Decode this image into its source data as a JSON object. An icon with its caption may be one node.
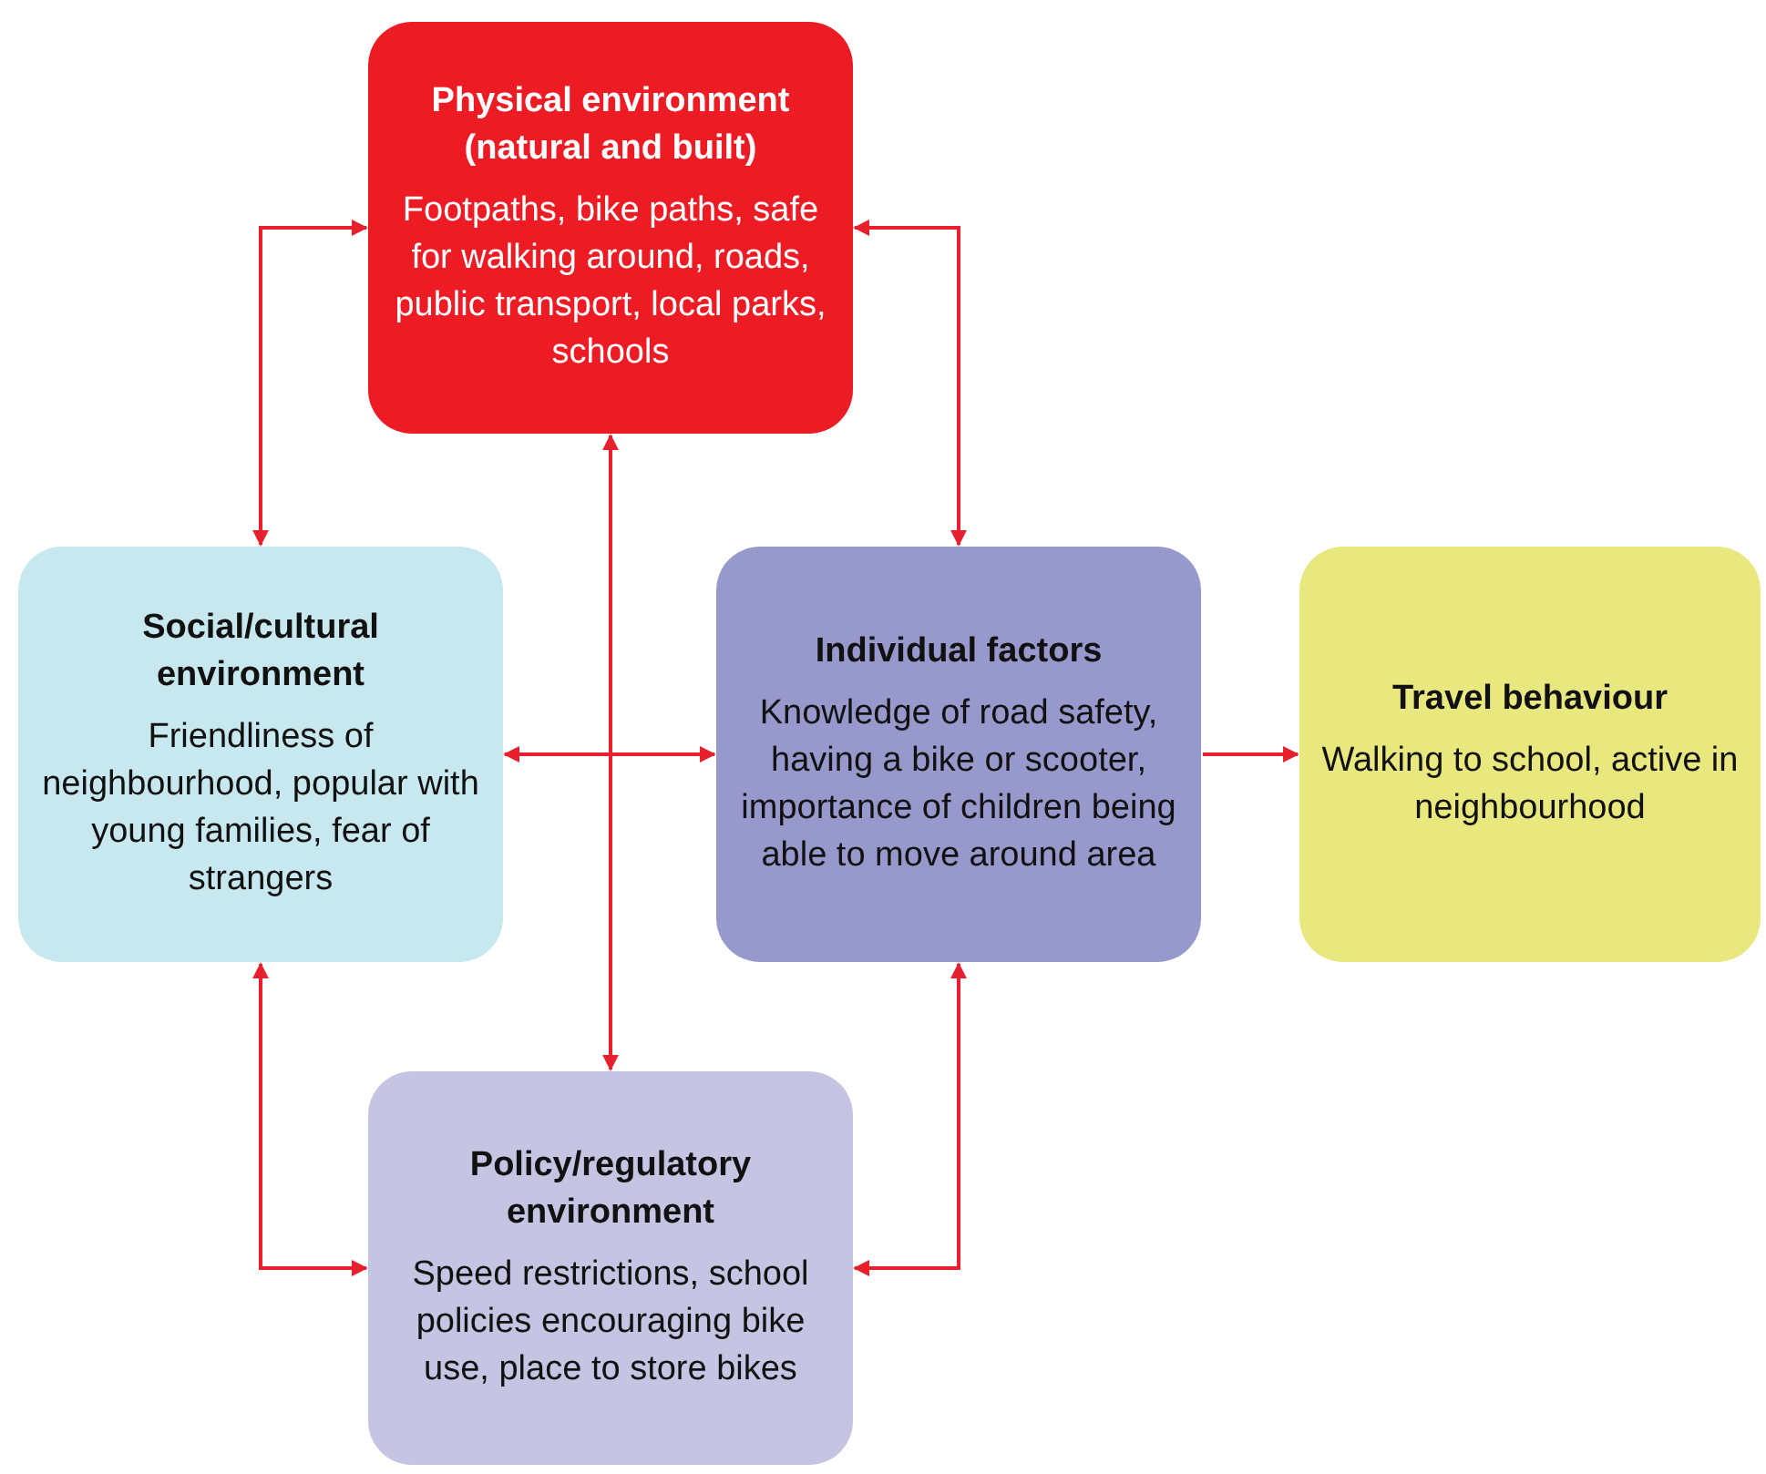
{
  "diagram": {
    "nodes": [
      {
        "text": [
          "Physical environment (natural and built)",
          "Footpaths, bike paths, safe for walking around, roads, public transport, local parks, schools"
        ]
      },
      {
        "text": [
          "Social/cultural environment",
          "Friendliness of neighbourhood, popular with young families, fear of strangers"
        ]
      },
      {
        "text": [
          "Individual factors",
          "Knowledge of road safety, having a bike or scooter, importance of children being able to move around area"
        ]
      },
      {
        "text": [
          "Travel behaviour",
          "Walking to school, active in neighbourhood"
        ]
      },
      {
        "text": [
          "Policy/regulatory environment",
          "Speed restrictions, school policies encouraging bike use, place to store bikes"
        ]
      }
    ],
    "edges": [
      {
        "from": 1,
        "to": 0,
        "arrow": "both"
      },
      {
        "from": 2,
        "to": 0,
        "arrow": "both"
      },
      {
        "from": 0,
        "to": 4,
        "arrow": "both"
      },
      {
        "from": 1,
        "to": 2,
        "arrow": "both"
      },
      {
        "from": 2,
        "to": 3,
        "arrow": "to"
      },
      {
        "from": 1,
        "to": 4,
        "arrow": "both"
      },
      {
        "from": 2,
        "to": 4,
        "arrow": "both"
      }
    ]
  }
}
